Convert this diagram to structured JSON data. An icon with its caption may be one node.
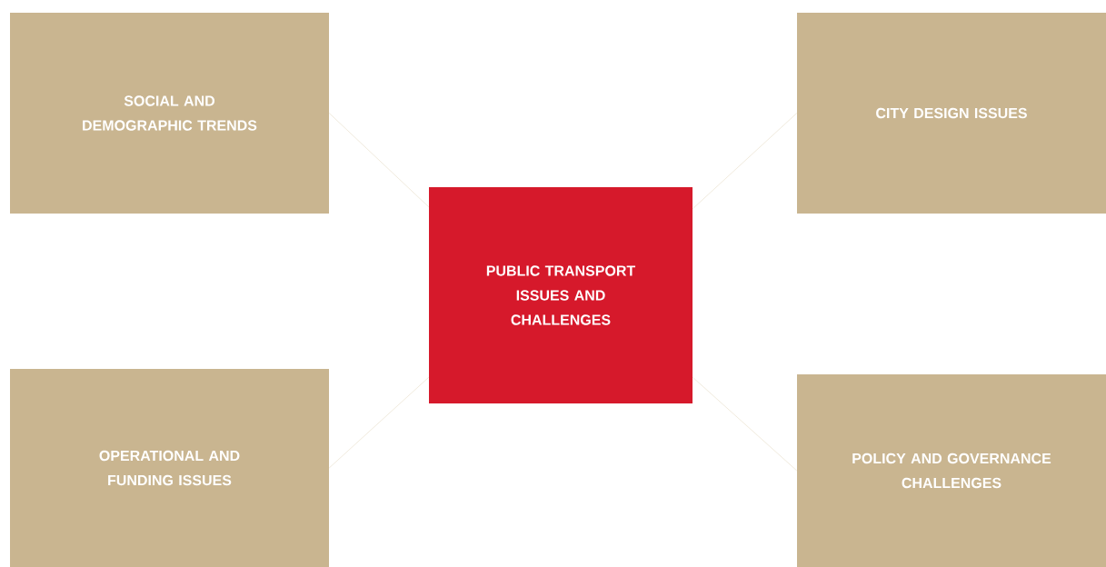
{
  "diagram": {
    "nodes": [
      {
        "text": [
          "SOCIAL AND DEMOGRAPHIC TRENDS"
        ]
      },
      {
        "text": [
          "CITY DESIGN ISSUES"
        ]
      },
      {
        "text": [
          "PUBLIC TRANSPORT ISSUES AND CHALLENGES"
        ]
      },
      {
        "text": [
          "OPERATIONAL AND FUNDING ISSUES"
        ]
      },
      {
        "text": [
          "POLICY AND GOVERNANCE CHALLENGES"
        ]
      }
    ],
    "edges": [
      {
        "from": 0,
        "to": 2,
        "arrow": "none"
      },
      {
        "from": 1,
        "to": 2,
        "arrow": "none"
      },
      {
        "from": 3,
        "to": 2,
        "arrow": "none"
      },
      {
        "from": 4,
        "to": 2,
        "arrow": "none"
      }
    ]
  }
}
